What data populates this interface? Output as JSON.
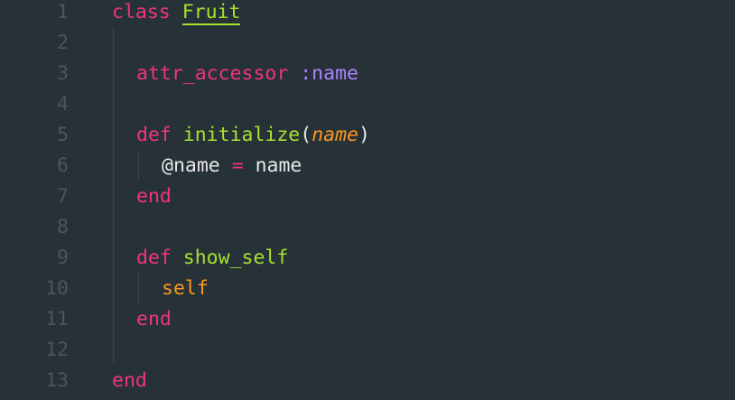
{
  "gutter": {
    "line_numbers": [
      "1",
      "2",
      "3",
      "4",
      "5",
      "6",
      "7",
      "8",
      "9",
      "10",
      "11",
      "12",
      "13"
    ]
  },
  "code": {
    "line1": {
      "keyword": "class",
      "class_name": "Fruit"
    },
    "line3": {
      "method": "attr_accessor",
      "symbol": ":name"
    },
    "line5": {
      "keyword": "def",
      "method": "initialize",
      "open_paren": "(",
      "param": "name",
      "close_paren": ")"
    },
    "line6": {
      "ivar": "@name",
      "operator": "=",
      "value": "name"
    },
    "line7": {
      "keyword": "end"
    },
    "line9": {
      "keyword": "def",
      "method": "show_self"
    },
    "line10": {
      "self": "self"
    },
    "line11": {
      "keyword": "end"
    },
    "line13": {
      "keyword": "end"
    }
  },
  "colors": {
    "background": "#263238",
    "keyword": "#f0347c",
    "function": "#a6e22e",
    "symbol": "#ae81ff",
    "param": "#fd971f",
    "line_number": "#4a555d"
  }
}
